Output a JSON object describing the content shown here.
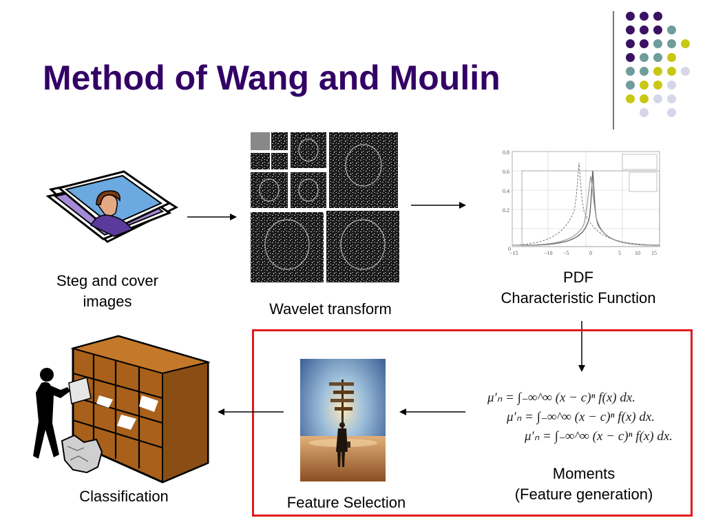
{
  "slide": {
    "title": "Method of Wang and Moulin"
  },
  "stages": {
    "steg_cover": {
      "line1": "Steg and cover",
      "line2": "images"
    },
    "wavelet": {
      "label": "Wavelet transform"
    },
    "pdf": {
      "line1": "PDF",
      "line2": "Characteristic Function"
    },
    "moments": {
      "line1": "Moments",
      "line2": "(Feature generation)"
    },
    "feature_selection": {
      "label": "Feature Selection"
    },
    "classification": {
      "label": "Classification"
    }
  },
  "moment_formula": "μ′ₙ = ∫₋∞^∞ (x − c)ⁿ f(x) dx.",
  "colors": {
    "title": "#330066",
    "dot_purple": "#3b1163",
    "dot_teal": "#6f9c9c",
    "dot_yellow": "#c8c814",
    "dot_lavender": "#d6d6ea",
    "box": "#e01b1b"
  }
}
